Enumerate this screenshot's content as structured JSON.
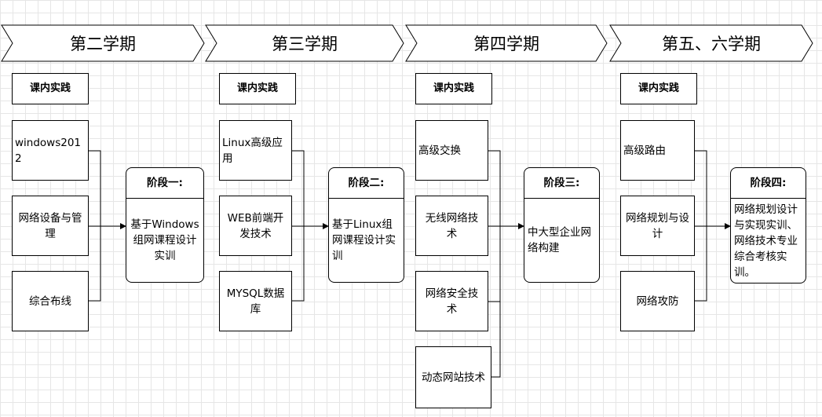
{
  "semesters": [
    {
      "label": "第二学期",
      "header": "课内实践",
      "items": [
        "windows2012",
        "网络设备与管理",
        "综合布线"
      ],
      "stage_title": "阶段一:",
      "stage_body": "基于Windows组网课程设计实训"
    },
    {
      "label": "第三学期",
      "header": "课内实践",
      "items": [
        "Linux高级应用",
        "WEB前端开发技术",
        "MYSQL数据库"
      ],
      "stage_title": "阶段二:",
      "stage_body": "基于Linux组网课程设计实训"
    },
    {
      "label": "第四学期",
      "header": "课内实践",
      "items": [
        "高级交换",
        "无线网络技术",
        "网络安全技术",
        "动态网站技术"
      ],
      "stage_title": "阶段三:",
      "stage_body": "中大型企业网络构建"
    },
    {
      "label": "第五、六学期",
      "header": "课内实践",
      "items": [
        "高级路由",
        "网络规划与设计",
        "网络攻防"
      ],
      "stage_title": "阶段四:",
      "stage_body": "网络规划设计与实现实训、网络技术专业综合考核实训。"
    }
  ]
}
